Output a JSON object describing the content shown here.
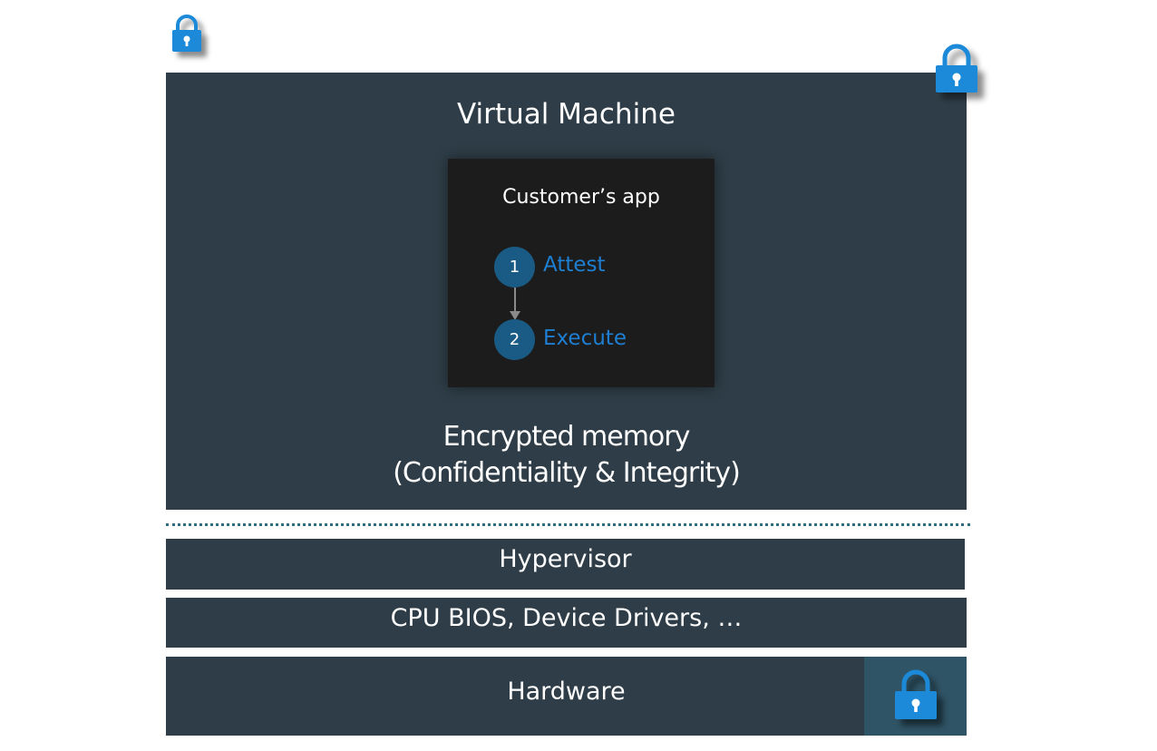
{
  "vm": {
    "title": "Virtual Machine",
    "app": {
      "title": "Customer’s app",
      "steps": [
        {
          "number": "1",
          "label": "Attest"
        },
        {
          "number": "2",
          "label": "Execute"
        }
      ]
    },
    "encrypted_line1": "Encrypted memory",
    "encrypted_line2": "(Confidentiality & Integrity)"
  },
  "layers": {
    "hypervisor": "Hypervisor",
    "drivers": "CPU BIOS, Device Drivers, …",
    "hardware": "Hardware"
  },
  "icons": {
    "lock": "lock-icon"
  },
  "colors": {
    "block": "#2e3d47",
    "app_box": "#1c1c1c",
    "step_circle": "#1a5b85",
    "step_text": "#1e7fd2",
    "lock": "#1a8ad9",
    "divider": "#2f6d80"
  }
}
